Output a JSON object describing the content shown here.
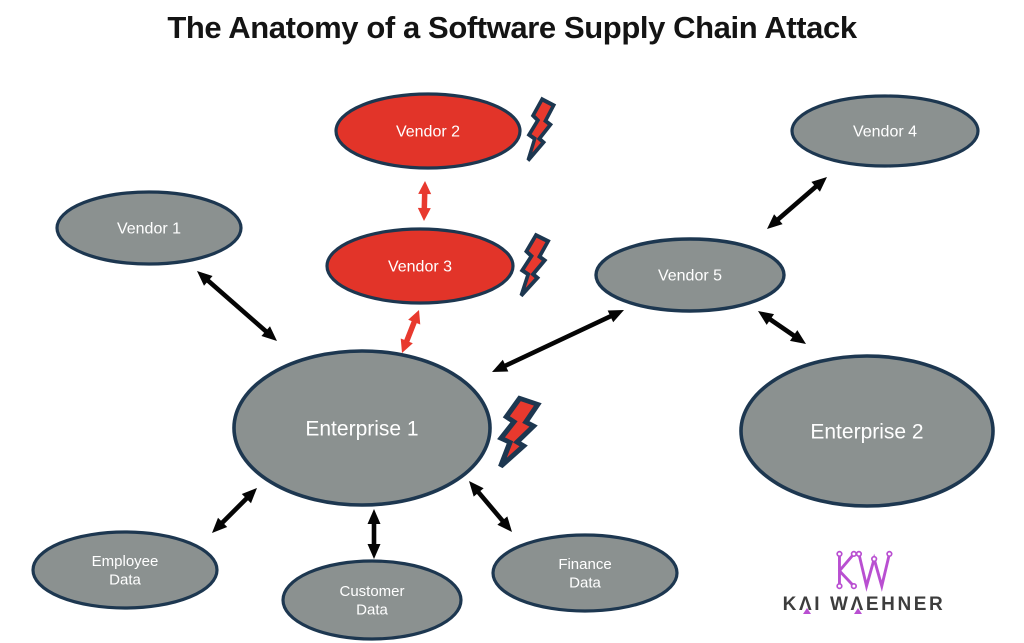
{
  "title": "The Anatomy of a Software Supply Chain Attack",
  "colors": {
    "node_gray": "#8b9190",
    "node_red": "#e23429",
    "node_border": "#1d3750",
    "arrow_black": "#050505",
    "arrow_red": "#e8392e",
    "bolt_fill": "#e8392e",
    "bolt_outline": "#1d3750",
    "logo_magenta": "#b94fd1",
    "logo_text_color": "#3d3d3d"
  },
  "nodes": [
    {
      "id": "vendor-2",
      "label": "Vendor 2",
      "status": "compromised"
    },
    {
      "id": "vendor-4",
      "label": "Vendor 4",
      "status": "normal"
    },
    {
      "id": "vendor-1",
      "label": "Vendor 1",
      "status": "normal"
    },
    {
      "id": "vendor-3",
      "label": "Vendor 3",
      "status": "compromised"
    },
    {
      "id": "vendor-5",
      "label": "Vendor 5",
      "status": "normal"
    },
    {
      "id": "enterprise-1",
      "label": "Enterprise 1",
      "status": "normal"
    },
    {
      "id": "enterprise-2",
      "label": "Enterprise 2",
      "status": "normal"
    },
    {
      "id": "employee-data",
      "label": "Employee Data",
      "label_lines": [
        "Employee",
        "Data"
      ],
      "status": "normal"
    },
    {
      "id": "customer-data",
      "label": "Customer Data",
      "label_lines": [
        "Customer",
        "Data"
      ],
      "status": "normal"
    },
    {
      "id": "finance-data",
      "label": "Finance Data",
      "label_lines": [
        "Finance",
        "Data"
      ],
      "status": "normal"
    }
  ],
  "edges": [
    {
      "from": "vendor-2",
      "to": "vendor-3",
      "type": "attack"
    },
    {
      "from": "vendor-3",
      "to": "enterprise-1",
      "type": "attack"
    },
    {
      "from": "vendor-1",
      "to": "enterprise-1",
      "type": "normal"
    },
    {
      "from": "enterprise-1",
      "to": "vendor-5",
      "type": "normal"
    },
    {
      "from": "vendor-5",
      "to": "vendor-4",
      "type": "normal"
    },
    {
      "from": "vendor-5",
      "to": "enterprise-2",
      "type": "normal"
    },
    {
      "from": "enterprise-1",
      "to": "employee-data",
      "type": "normal"
    },
    {
      "from": "enterprise-1",
      "to": "customer-data",
      "type": "normal"
    },
    {
      "from": "enterprise-1",
      "to": "finance-data",
      "type": "normal"
    }
  ],
  "attack_markers": [
    {
      "icon": "lightning-bolt-icon",
      "at": "vendor-2"
    },
    {
      "icon": "lightning-bolt-icon",
      "at": "vendor-3"
    },
    {
      "icon": "lightning-bolt-icon",
      "at": "enterprise-1"
    }
  ],
  "logo": {
    "monogram": "KW",
    "text": "KAI WAEHNER"
  }
}
